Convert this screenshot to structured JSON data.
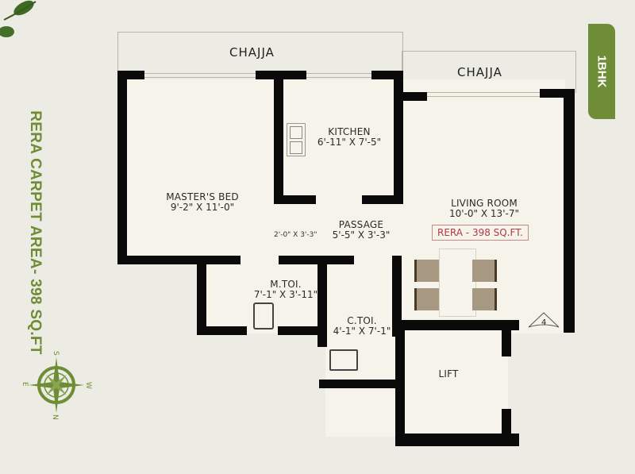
{
  "badge": {
    "label": "1BHK",
    "color": "#6f8c36"
  },
  "side_title": "RERA CARPET AREA- 398 SQ.FT",
  "chajja_labels": [
    "CHAJJA",
    "CHAJJA"
  ],
  "rooms": {
    "master_bed": {
      "name": "MASTER'S BED",
      "dim": "9'-2\" X 11'-0\""
    },
    "kitchen": {
      "name": "KITCHEN",
      "dim": "6'-11\" X 7'-5\""
    },
    "passage": {
      "name": "PASSAGE",
      "dim": "5'-5\" X 3'-3\""
    },
    "passage_side": {
      "dim": "2'-0\" X 3'-3\""
    },
    "living_room": {
      "name": "LIVING ROOM",
      "dim": "10'-0\" X 13'-7\""
    },
    "m_toi": {
      "name": "M.TOI.",
      "dim": "7'-1\" X 3'-11\""
    },
    "c_toi": {
      "name": "C.TOI.",
      "dim": "4'-1\" X 7'-1\""
    },
    "lift": {
      "name": "LIFT"
    }
  },
  "rera_box": "RERA - 398 SQ.FT.",
  "marker_number": "4",
  "compass": {
    "n": "N",
    "s": "S",
    "e": "E",
    "w": "W"
  }
}
